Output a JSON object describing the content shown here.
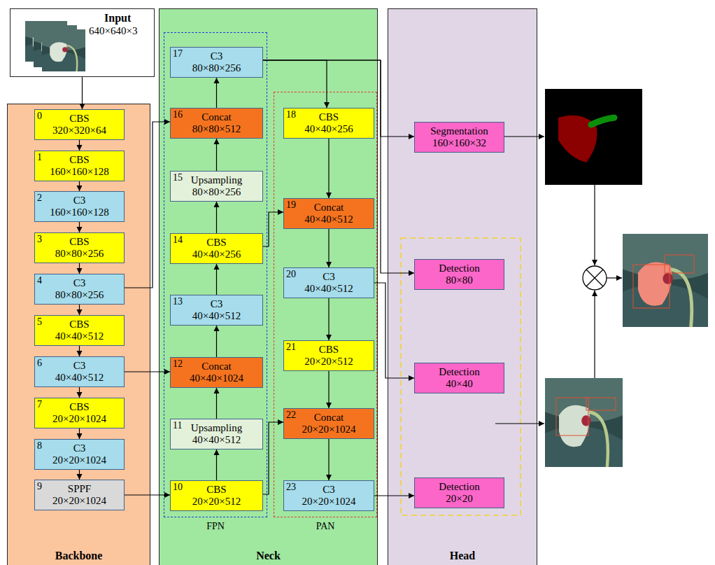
{
  "diagram": {
    "nodes": [
      {
        "text": [
          "Input",
          "640×640×3"
        ]
      },
      {
        "text": [
          "Backbone"
        ]
      },
      {
        "text": [
          "0",
          "CBS",
          "320×320×64"
        ],
        "in": 1
      },
      {
        "text": [
          "1",
          "CBS",
          "160×160×128"
        ],
        "in": 1
      },
      {
        "text": [
          "2",
          "C3",
          "160×160×128"
        ],
        "in": 1
      },
      {
        "text": [
          "3",
          "CBS",
          "80×80×256"
        ],
        "in": 1
      },
      {
        "text": [
          "4",
          "C3",
          "80×80×256"
        ],
        "in": 1
      },
      {
        "text": [
          "5",
          "CBS",
          "40×40×512"
        ],
        "in": 1
      },
      {
        "text": [
          "6",
          "C3",
          "40×40×512"
        ],
        "in": 1
      },
      {
        "text": [
          "7",
          "CBS",
          "20×20×1024"
        ],
        "in": 1
      },
      {
        "text": [
          "8",
          "C3",
          "20×20×1024"
        ],
        "in": 1
      },
      {
        "text": [
          "9",
          "SPPF",
          "20×20×1024"
        ],
        "in": 1
      },
      {
        "text": [
          "Neck"
        ]
      },
      {
        "text": [
          "FPN"
        ],
        "in": 12
      },
      {
        "text": [
          "10",
          "CBS",
          "20×20×512"
        ],
        "in": 13
      },
      {
        "text": [
          "11",
          "Upsampling",
          "40×40×512"
        ],
        "in": 13
      },
      {
        "text": [
          "12",
          "Concat",
          "40×40×1024"
        ],
        "in": 13
      },
      {
        "text": [
          "13",
          "C3",
          "40×40×512"
        ],
        "in": 13
      },
      {
        "text": [
          "14",
          "CBS",
          "40×40×256"
        ],
        "in": 13
      },
      {
        "text": [
          "15",
          "Upsampling",
          "80×80×256"
        ],
        "in": 13
      },
      {
        "text": [
          "16",
          "Concat",
          "80×80×512"
        ],
        "in": 13
      },
      {
        "text": [
          "17",
          "C3",
          "80×80×256"
        ],
        "in": 13
      },
      {
        "text": [
          "PAN"
        ],
        "in": 12
      },
      {
        "text": [
          "18",
          "CBS",
          "40×40×256"
        ],
        "in": 22
      },
      {
        "text": [
          "19",
          "Concat",
          "40×40×512"
        ],
        "in": 22
      },
      {
        "text": [
          "20",
          "C3",
          "40×40×512"
        ],
        "in": 22
      },
      {
        "text": [
          "21",
          "CBS",
          "20×20×512"
        ],
        "in": 22
      },
      {
        "text": [
          "22",
          "Concat",
          "20×20×1024"
        ],
        "in": 22
      },
      {
        "text": [
          "23",
          "C3",
          "20×20×1024"
        ],
        "in": 22
      },
      {
        "text": [
          "Head"
        ]
      },
      {
        "text": [
          "Segmentation",
          "160×160×32"
        ],
        "in": 29
      },
      {
        "text": [
          "Detection",
          "80×80"
        ],
        "in": 29
      },
      {
        "text": [
          "Detection",
          "40×40"
        ],
        "in": 29
      },
      {
        "text": [
          "Detection",
          "20×20"
        ],
        "in": 29
      }
    ],
    "edges": [
      {
        "from": 0,
        "to": 2,
        "arrow": "to"
      },
      {
        "from": 2,
        "to": 3,
        "arrow": "to"
      },
      {
        "from": 3,
        "to": 4,
        "arrow": "to"
      },
      {
        "from": 4,
        "to": 5,
        "arrow": "to"
      },
      {
        "from": 5,
        "to": 6,
        "arrow": "to"
      },
      {
        "from": 6,
        "to": 7,
        "arrow": "to"
      },
      {
        "from": 7,
        "to": 8,
        "arrow": "to"
      },
      {
        "from": 8,
        "to": 9,
        "arrow": "to"
      },
      {
        "from": 9,
        "to": 10,
        "arrow": "to"
      },
      {
        "from": 10,
        "to": 11,
        "arrow": "to"
      },
      {
        "from": 11,
        "to": 14,
        "arrow": "to"
      },
      {
        "from": 14,
        "to": 15,
        "arrow": "to"
      },
      {
        "from": 15,
        "to": 16,
        "arrow": "to"
      },
      {
        "from": 16,
        "to": 17,
        "arrow": "to"
      },
      {
        "from": 17,
        "to": 18,
        "arrow": "to"
      },
      {
        "from": 18,
        "to": 19,
        "arrow": "to"
      },
      {
        "from": 19,
        "to": 20,
        "arrow": "to"
      },
      {
        "from": 20,
        "to": 21,
        "arrow": "to"
      },
      {
        "from": 8,
        "to": 16,
        "arrow": "to"
      },
      {
        "from": 6,
        "to": 20,
        "arrow": "to"
      },
      {
        "from": 21,
        "to": 23,
        "arrow": "to"
      },
      {
        "from": 21,
        "to": 30,
        "arrow": "to"
      },
      {
        "from": 21,
        "to": 31,
        "arrow": "to"
      },
      {
        "from": 18,
        "to": 24,
        "arrow": "to"
      },
      {
        "from": 23,
        "to": 24,
        "arrow": "to"
      },
      {
        "from": 24,
        "to": 25,
        "arrow": "to"
      },
      {
        "from": 25,
        "to": 26,
        "arrow": "to"
      },
      {
        "from": 26,
        "to": 27,
        "arrow": "to"
      },
      {
        "from": 27,
        "to": 28,
        "arrow": "to"
      },
      {
        "from": 14,
        "to": 27,
        "arrow": "to"
      },
      {
        "from": 25,
        "to": 32,
        "arrow": "to"
      },
      {
        "from": 28,
        "to": 33,
        "arrow": "to"
      }
    ]
  }
}
